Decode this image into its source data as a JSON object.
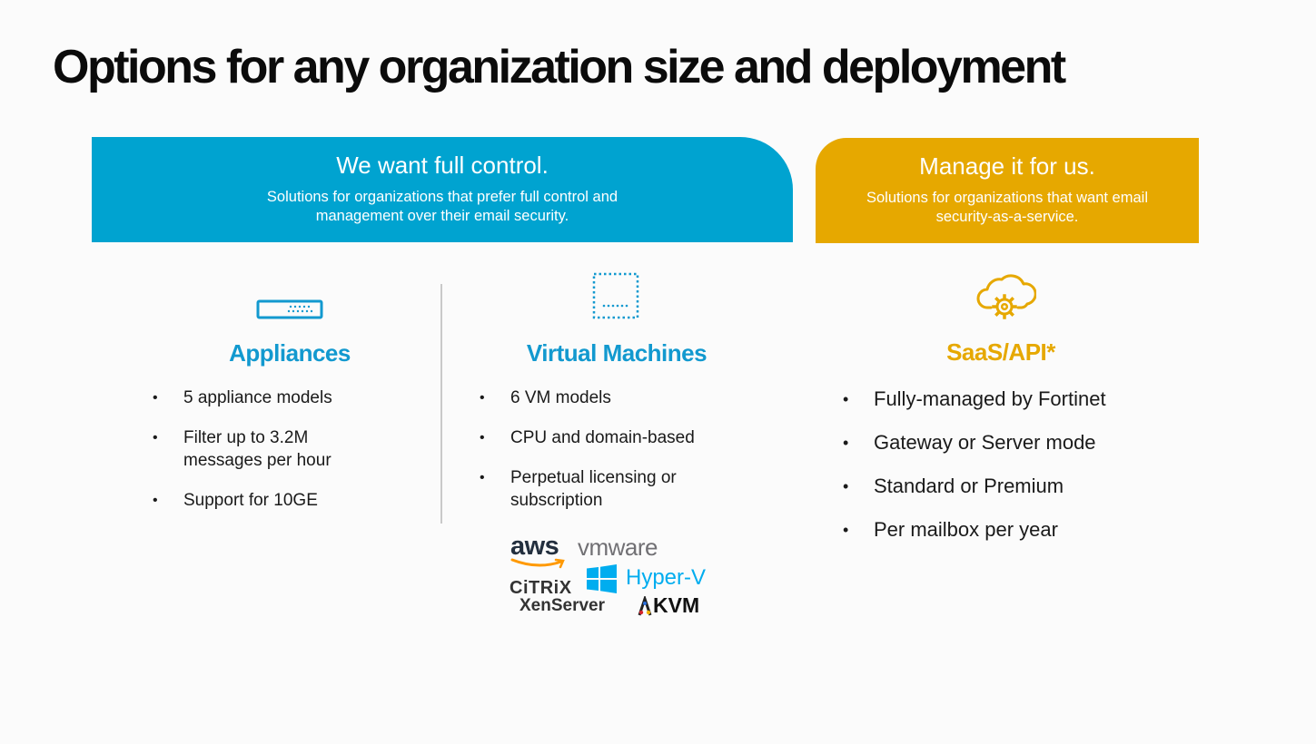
{
  "title": "Options for any organization size and deployment",
  "banners": {
    "full_control": {
      "title": "We want full control.",
      "subtitle": "Solutions for organizations that prefer full control and management over their email security.",
      "color": "#00a3d0"
    },
    "managed": {
      "title": "Manage it for us.",
      "subtitle": "Solutions for organizations that want email security-as-a-service.",
      "color": "#e6a800"
    }
  },
  "columns": {
    "appliances": {
      "icon": "appliance-rack-icon",
      "heading": "Appliances",
      "bullets": [
        "5 appliance models",
        "Filter up to 3.2M messages per hour",
        "Support for 10GE"
      ]
    },
    "virtual_machines": {
      "icon": "virtual-machine-icon",
      "heading": "Virtual Machines",
      "bullets": [
        "6 VM models",
        "CPU and domain-based",
        "Perpetual licensing or subscription"
      ]
    },
    "saas": {
      "icon": "cloud-gear-icon",
      "heading": "SaaS/API*",
      "bullets": [
        "Fully-managed by Fortinet",
        "Gateway or Server mode",
        "Standard or Premium",
        "Per mailbox per year"
      ]
    }
  },
  "platform_logos": {
    "aws": "aws",
    "vmware": "vmware",
    "hyperv": "Hyper-V",
    "citrix": "CiTRiX",
    "xenserver": "XenServer",
    "kvm": "KVM"
  },
  "colors": {
    "accent_blue": "#00a3d0",
    "accent_gold": "#e6a800",
    "aws_orange": "#ff9900",
    "windows_blue": "#00adef"
  }
}
